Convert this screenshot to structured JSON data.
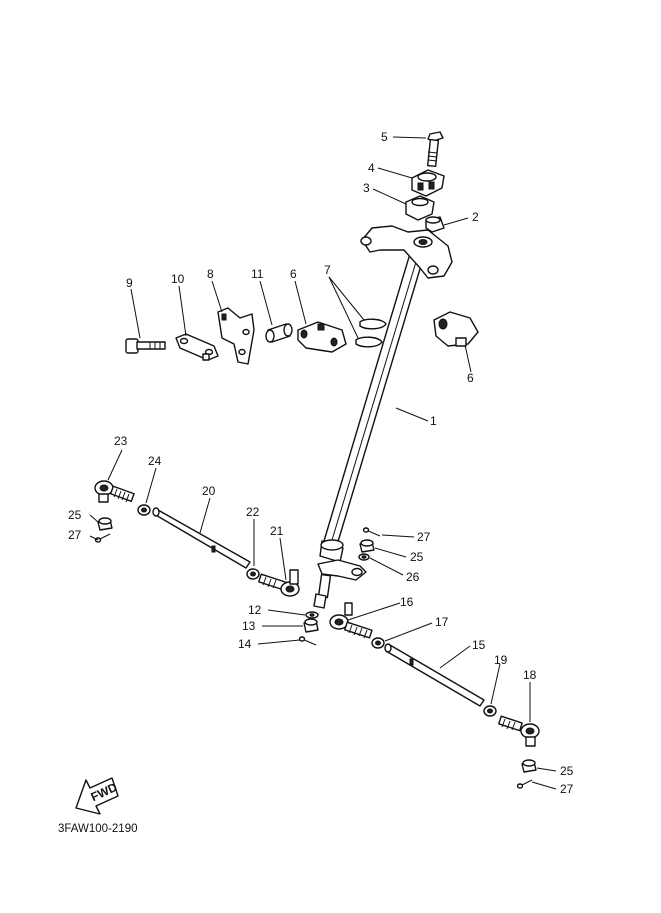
{
  "diagram": {
    "labels": {
      "p1": "1",
      "p2": "2",
      "p3": "3",
      "p4": "4",
      "p5": "5",
      "p6a": "6",
      "p6b": "6",
      "p7": "7",
      "p8": "8",
      "p9": "9",
      "p10": "10",
      "p11": "11",
      "p12": "12",
      "p13": "13",
      "p14": "14",
      "p15": "15",
      "p16": "16",
      "p17": "17",
      "p18": "18",
      "p19": "19",
      "p20": "20",
      "p21": "21",
      "p22": "22",
      "p23": "23",
      "p24": "24",
      "p25a": "25",
      "p25b": "25",
      "p25c": "25",
      "p26": "26",
      "p27a": "27",
      "p27b": "27",
      "p27c": "27"
    },
    "fwd_label": "FWD",
    "figure_code": "3FAW100-2190"
  }
}
